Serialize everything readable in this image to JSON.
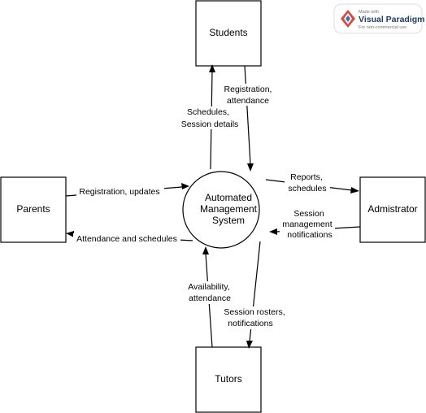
{
  "process": {
    "lines": [
      "Automated",
      "Management",
      "System"
    ]
  },
  "entities": {
    "students": "Students",
    "parents": "Parents",
    "admin": "Admistrator",
    "tutors": "Tutors"
  },
  "flows": {
    "students_to_system": [
      "Registration,",
      "attendance"
    ],
    "system_to_students": [
      "Schedules,",
      "Session details"
    ],
    "parents_to_system": [
      "Registration, updates"
    ],
    "system_to_parents": [
      "Attendance and schedules"
    ],
    "system_to_admin": [
      "Reports,",
      "schedules"
    ],
    "admin_to_system": [
      "Session",
      "management",
      "notifications"
    ],
    "tutors_to_system": [
      "Availability,",
      "attendance"
    ],
    "system_to_tutors": [
      "Session rosters,",
      "notifications"
    ]
  },
  "watermark": {
    "made_with": "Made with",
    "brand": "Visual Paradigm",
    "note": "For non-commercial use"
  }
}
